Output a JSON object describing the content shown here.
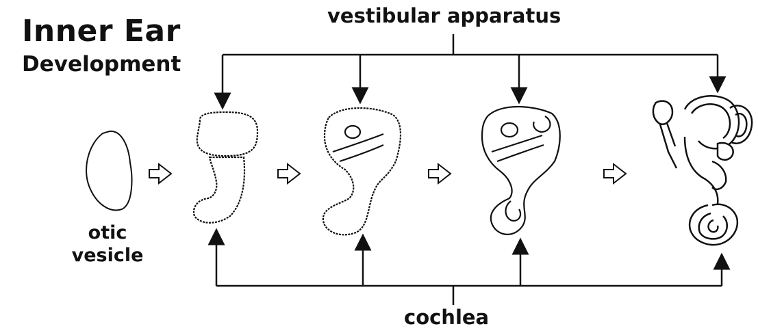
{
  "title": {
    "line1": "Inner Ear",
    "line2": "Development"
  },
  "labels": {
    "vestibular": "vestibular apparatus",
    "cochlea": "cochlea",
    "otic_line1": "otic",
    "otic_line2": "vesicle"
  },
  "colors": {
    "ink": "#111111",
    "background": "#ffffff"
  }
}
